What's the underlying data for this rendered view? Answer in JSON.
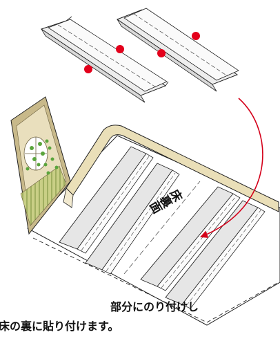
{
  "floor_label": "床裏面",
  "caption": {
    "line1": "部分にのり付けし",
    "line2": "床の裏に貼り付けます。"
  },
  "colors": {
    "glue_dot": "#e3001b",
    "arrow": "#d4001a",
    "strip_fill": "#ececec",
    "outline": "#222222",
    "box_frame": "#c8b98a",
    "window_green": "#5aa53c",
    "blind_green": "#a9b86a"
  },
  "icons": {
    "glue_dots": "red-dot-icon",
    "arrow": "curved-arrow-icon"
  }
}
